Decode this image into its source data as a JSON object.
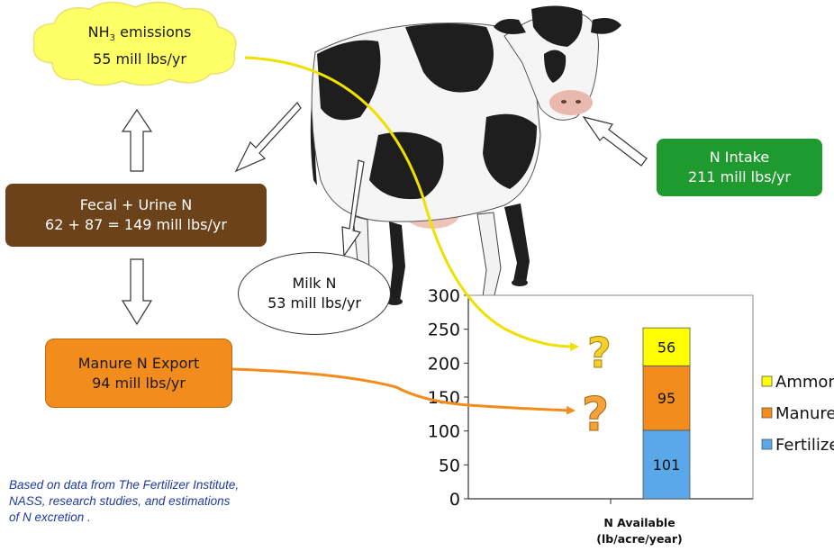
{
  "emissions": {
    "line1_prefix": "NH",
    "line1_sub": "3",
    "line1_suffix": " emissions",
    "line2": "55 mill lbs/yr"
  },
  "fecal": {
    "line1": "Fecal  + Urine N",
    "line2": "62 + 87 = 149 mill lbs/yr"
  },
  "manure_export": {
    "line1": "Manure N Export",
    "line2": "94 mill lbs/yr"
  },
  "intake": {
    "line1": "N Intake",
    "line2": "211 mill lbs/yr"
  },
  "milk": {
    "line1": "Milk N",
    "line2": "53 mill lbs/yr"
  },
  "note": "Based on data from The Fertilizer Institute, NASS, research studies, and estimations of N excretion .",
  "question_mark": "?",
  "colors": {
    "ammonia": "#ffff00",
    "manure": "#f28c1c",
    "fertilizer": "#5aa8e8",
    "fecal_box": "#6b4219",
    "manure_box": "#f28c1c",
    "intake_box": "#1f9a2e",
    "cloud": "#ffff66",
    "arrow_yellow": "#ffff00",
    "arrow_orange": "#f28c1c"
  },
  "icons": [
    "cow-image",
    "cloud-shape",
    "outline-arrow",
    "question-mark-icon"
  ],
  "chart_data": {
    "type": "bar",
    "stacked": true,
    "categories": [
      ""
    ],
    "series": [
      {
        "name": "Fertilizer",
        "values": [
          101
        ]
      },
      {
        "name": "Manure",
        "values": [
          95
        ]
      },
      {
        "name": "Ammonia",
        "values": [
          56
        ]
      }
    ],
    "ylim": [
      0,
      300
    ],
    "yticks": [
      "0",
      "50",
      "100",
      "150",
      "200",
      "250",
      "300"
    ],
    "xlabel_line1": "N Available",
    "xlabel_line2": "(lb/acre/year)",
    "legend_position": "right",
    "legend_order": [
      "Ammonia",
      "Manure",
      "Fertilizer"
    ]
  }
}
